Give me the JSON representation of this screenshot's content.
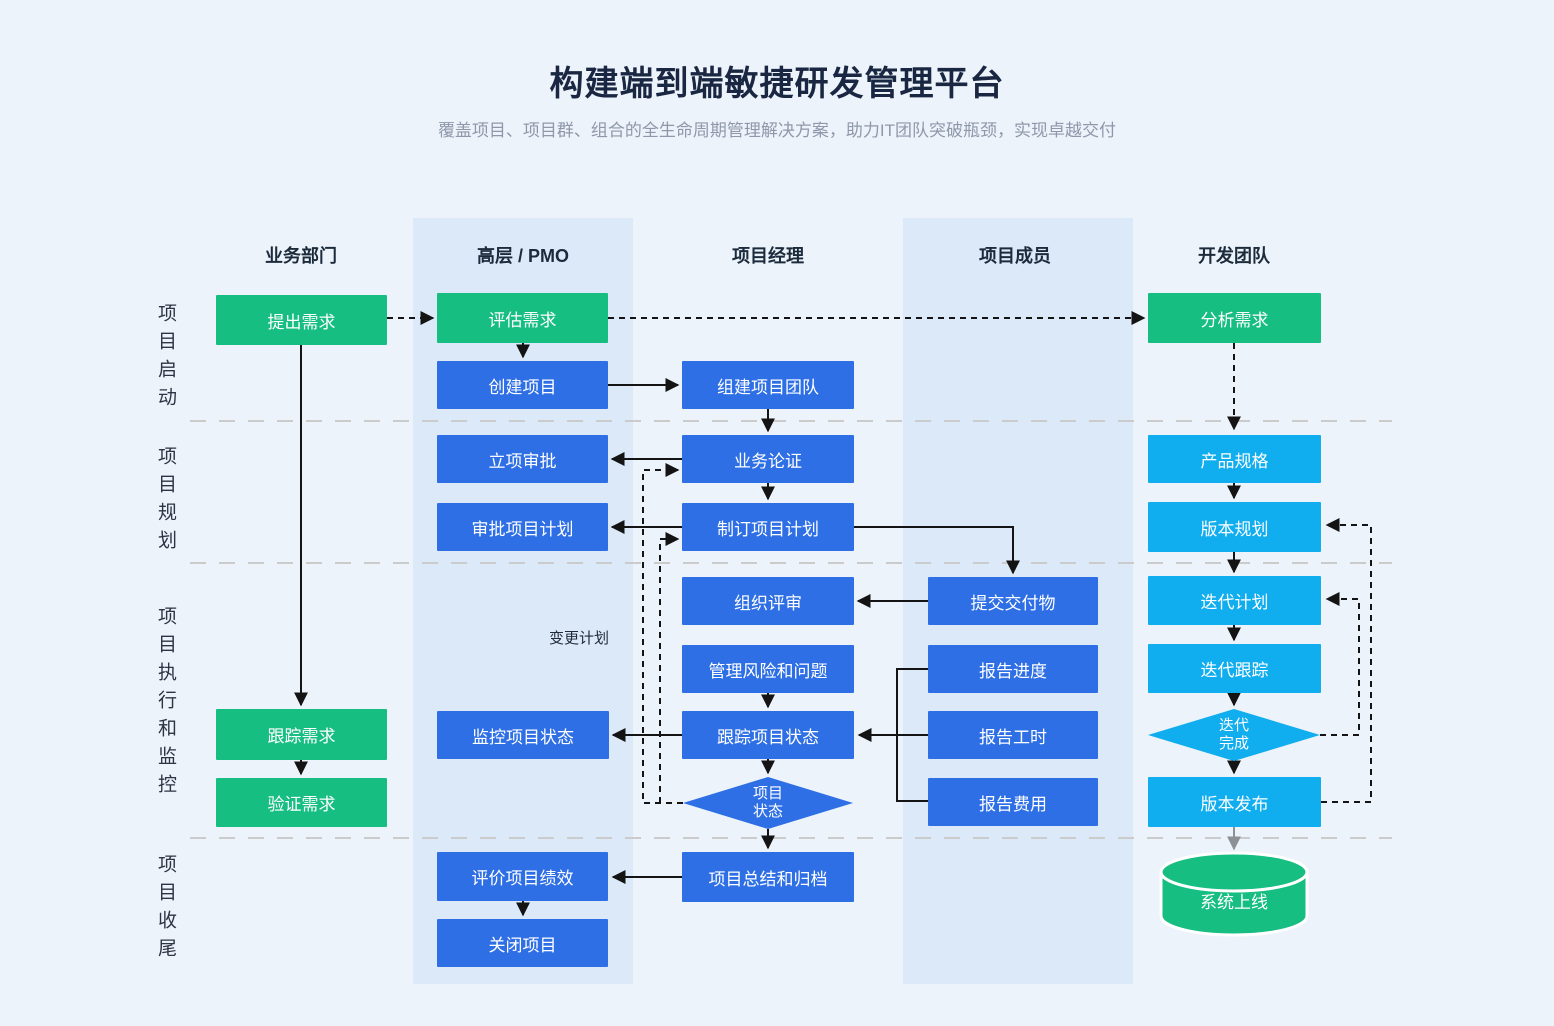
{
  "header": {
    "title": "构建端到端敏捷研发管理平台",
    "subtitle": "覆盖项目、项目群、组合的全生命周期管理解决方案，助力IT团队突破瓶颈，实现卓越交付"
  },
  "lanes": {
    "business": "业务部门",
    "pmo": "高层 / PMO",
    "pm": "项目经理",
    "members": "项目成员",
    "dev": "开发团队"
  },
  "phases": {
    "initiation": "项目启动",
    "planning": "项目规划",
    "execution": "项目执行和监控",
    "closure": "项目收尾"
  },
  "nodes": {
    "propose_req": "提出需求",
    "track_req": "跟踪需求",
    "verify_req": "验证需求",
    "evaluate_req": "评估需求",
    "create_project": "创建项目",
    "approval_initiation": "立项审批",
    "approve_plan": "审批项目计划",
    "monitor_status": "监控项目状态",
    "evaluate_performance": "评价项目绩效",
    "close_project": "关闭项目",
    "build_team": "组建项目团队",
    "business_case": "业务论证",
    "make_plan": "制订项目计划",
    "organize_review": "组织评审",
    "manage_risk": "管理风险和问题",
    "track_status": "跟踪项目状态",
    "status_diamond": {
      "line1": "项目",
      "line2": "状态"
    },
    "summary_archive": "项目总结和归档",
    "submit_deliverables": "提交交付物",
    "report_progress": "报告进度",
    "report_hours": "报告工时",
    "report_cost": "报告费用",
    "analyze_req": "分析需求",
    "product_spec": "产品规格",
    "version_plan": "版本规划",
    "iteration_plan": "迭代计划",
    "iteration_track": "迭代跟踪",
    "iteration_done": {
      "line1": "迭代",
      "line2": "完成"
    },
    "release": "版本发布",
    "system_online": "系统上线"
  },
  "edge_labels": {
    "change_plan": "变更计划"
  },
  "colors": {
    "green": "#17BE82",
    "blue": "#2E6FE5",
    "cyan": "#10ADEF",
    "band": "#DBE9F8",
    "canvas": "#EDF3FA"
  }
}
